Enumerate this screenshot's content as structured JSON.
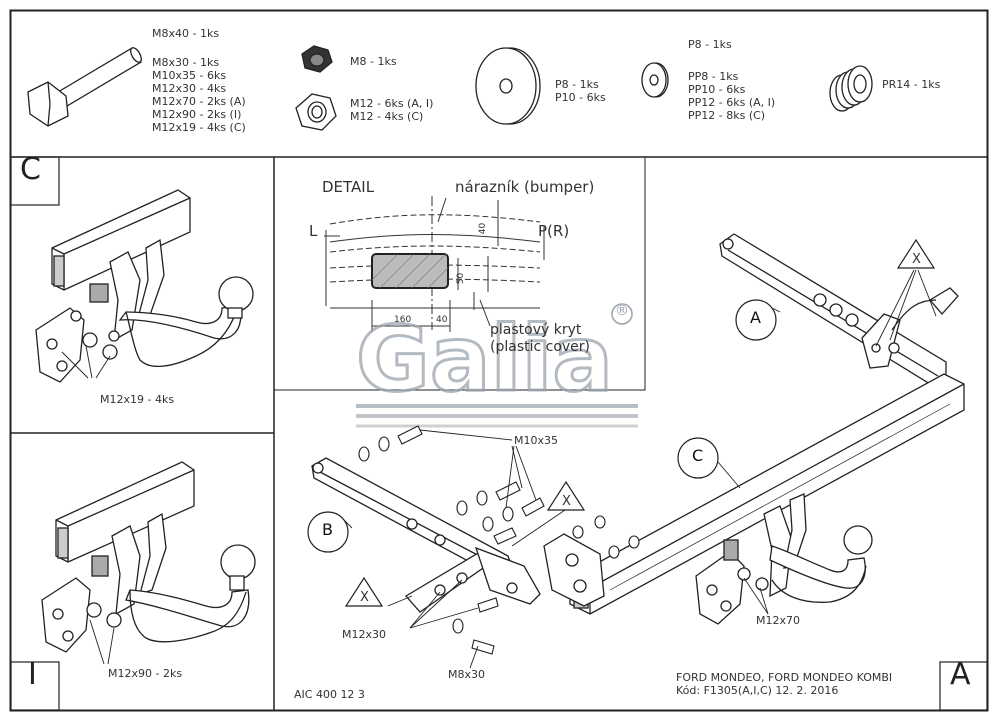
{
  "parts": {
    "bolt": [
      "M8x40 - 1ks",
      "M8x30 - 1ks",
      "M10x35 - 6ks",
      "M12x30 - 4ks",
      "M12x70 - 2ks (A)",
      "M12x90 - 2ks (I)",
      "M12x19 - 4ks (C)"
    ],
    "nut_m8": "M8 - 1ks",
    "nut_m12": [
      "M12 - 6ks (A, I)",
      "M12 - 4ks (C)"
    ],
    "washer_p": [
      "P8 - 1ks",
      "P10 - 6ks"
    ],
    "washer_pp_top": "P8 - 1ks",
    "washer_pp": [
      "PP8 - 1ks",
      "PP10 - 6ks",
      "PP12 - 6ks (A, I)",
      "PP12 - 8ks (C)"
    ],
    "spring": "PR14 - 1ks"
  },
  "variants": {
    "c_letter": "C",
    "c_bolt": "M12x19 - 4ks",
    "i_letter": "I",
    "i_bolt": "M12x90 - 2ks"
  },
  "detail": {
    "title": "DETAIL",
    "bumper": "nárazník (bumper)",
    "left": "L",
    "right": "P(R)",
    "dims": [
      "40",
      "50",
      "160",
      "40"
    ],
    "cover_1": "plastový kryt",
    "cover_2": "(plastic cover)"
  },
  "logo": {
    "text": "Galia",
    "reg": "®"
  },
  "assembly": {
    "label_a": "A",
    "label_b": "B",
    "label_c": "C",
    "x_mark": "X",
    "m10x35": "M10x35",
    "m12x30": "M12x30",
    "m8x30": "M8x30",
    "m12x70": "M12x70"
  },
  "footer": {
    "code": "AIC 400 12 3",
    "vehicle": "FORD MONDEO, FORD MONDEO KOMBI",
    "kod": "Kód: F1305(A,I,C)  12. 2. 2016",
    "corner_letter": "A"
  }
}
